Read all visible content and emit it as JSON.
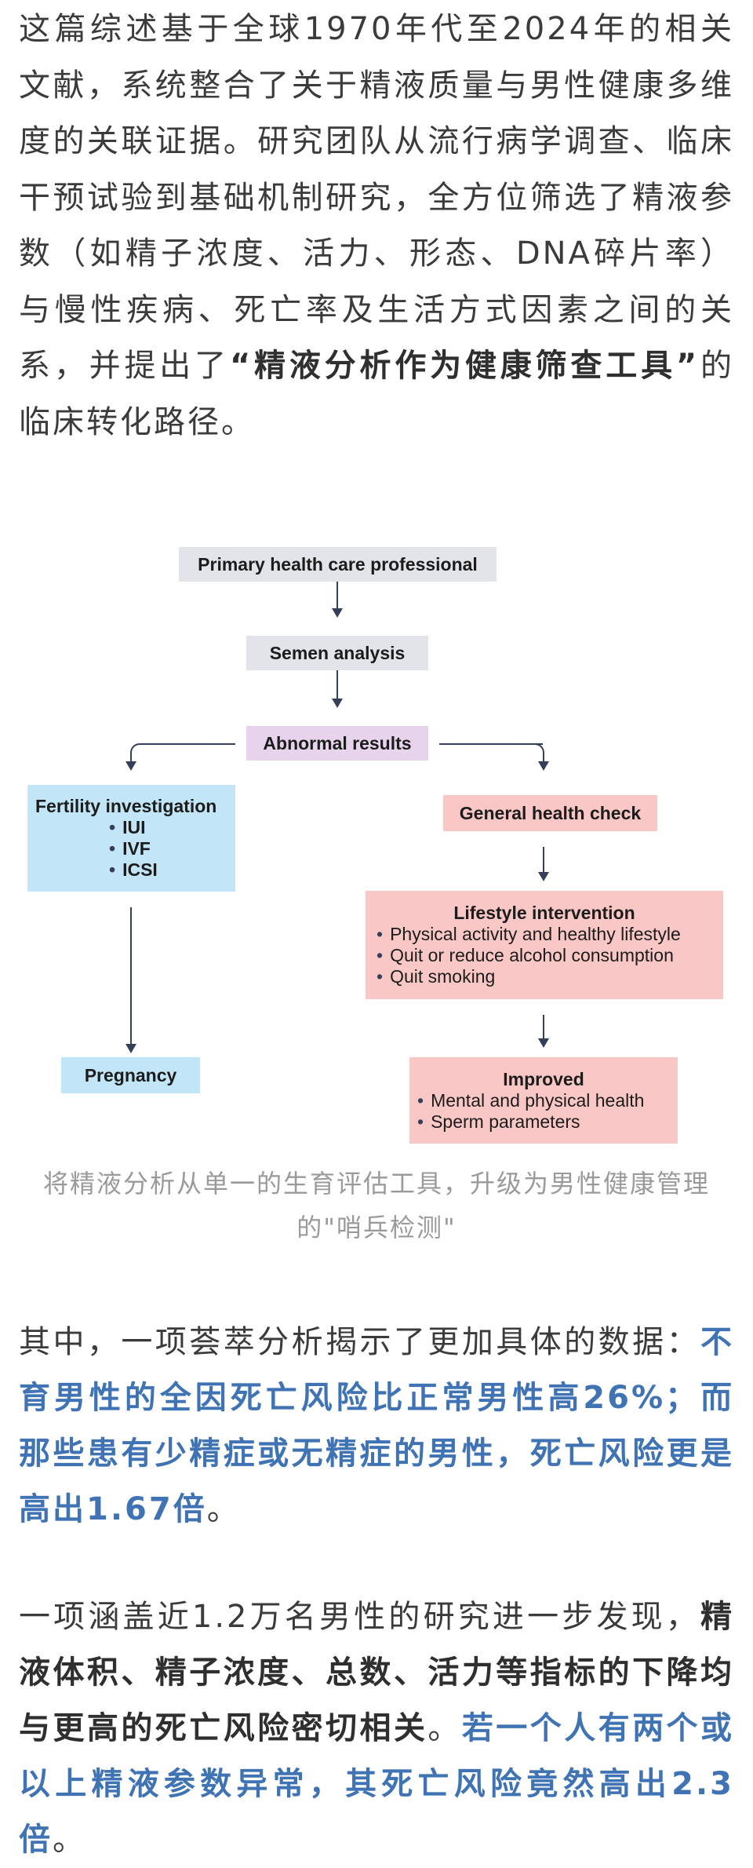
{
  "paragraph1": {
    "t1": "这篇综述基于全球1970年代至2024年的相关文献，系统整合了关于精液质量与男性健康多维度的关联证据。研究团队从流行病学调查、临床干预试验到基础机制研究，全方位筛选了精液参数（如精子浓度、活力、形态、DNA碎片率）与慢性疾病、死亡率及生活方式因素之间的关系，并提出了",
    "bold": "“精液分析作为健康筛查工具”",
    "t2": "的临床转化路径。"
  },
  "flowchart": {
    "primary": "Primary health care professional",
    "semen": "Semen analysis",
    "abnormal": "Abnormal results",
    "fertility": {
      "title": "Fertility investigation",
      "items": [
        "IUI",
        "IVF",
        "ICSI"
      ]
    },
    "general": "General health check",
    "lifestyle": {
      "title": "Lifestyle intervention",
      "items": [
        "Physical activity and healthy lifestyle",
        "Quit or reduce alcohol consumption",
        "Quit smoking"
      ]
    },
    "pregnancy": "Pregnancy",
    "improved": {
      "title": "Improved",
      "items": [
        "Mental and physical health",
        "Sperm parameters"
      ]
    }
  },
  "caption": "将精液分析从单一的生育评估工具，升级为男性健康管理的\"哨兵检测\"",
  "paragraph2": {
    "t1": "其中，一项荟萃分析揭示了更加具体的数据：",
    "blue": "不育男性的全因死亡风险比正常男性高26%；而那些患有少精症或无精症的男性，死亡风险更是高出1.67倍",
    "t2": "。"
  },
  "paragraph3": {
    "t1": "一项涵盖近1.2万名男性的研究进一步发现，",
    "bold": "精液体积、精子浓度、总数、活力等指标的下降均与更高的死亡风险密切相关",
    "t2": "。",
    "blue": "若一个人有两个或以上精液参数异常，其死亡风险竟然高出2.3倍",
    "t3": "。"
  },
  "colors": {
    "accent_blue": "#3f73b4",
    "box_gray": "#e2e4ea",
    "box_purple": "#e7d4ec",
    "box_blue": "#c2e6f7",
    "box_pink": "#f9c7c5"
  }
}
